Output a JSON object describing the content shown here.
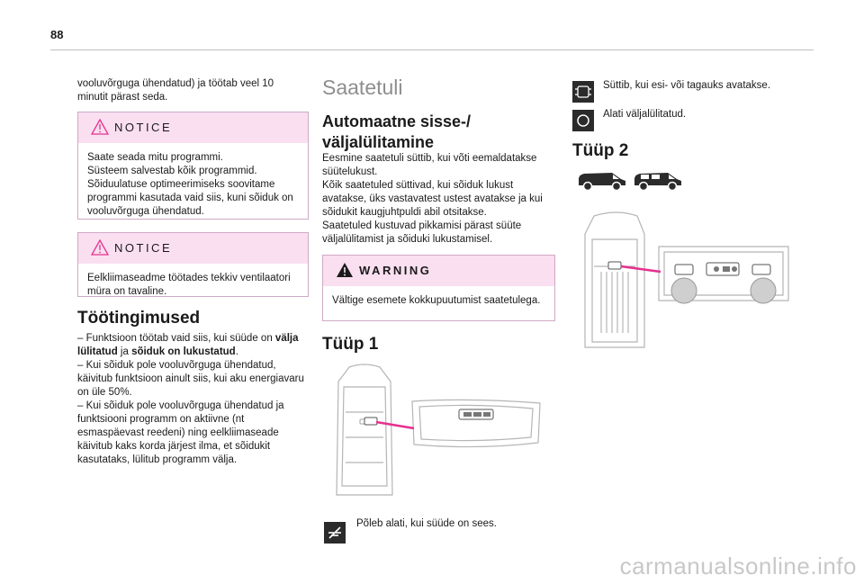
{
  "page": {
    "number": "88"
  },
  "left": {
    "intro": "vooluvõrguga ühendatud) ja töötab veel 10 minutit pärast seda.",
    "notice1": {
      "title": "NOTICE",
      "lines": [
        "Saate seada mitu programmi.",
        "Süsteem salvestab kõik programmid.",
        "Sõiduulatuse optimeerimiseks soovitame programmi kasutada vaid siis, kuni sõiduk on vooluvõrguga ühendatud."
      ]
    },
    "notice2": {
      "title": "NOTICE",
      "text": "Eelkliimaseadme töötades tekkiv ventilaatori müra on tavaline."
    },
    "conditions": {
      "heading": "Töötingimused",
      "item1_pre": "–  Funktsioon töötab vaid siis, kui süüde on ",
      "item1_b1": "välja lülitatud",
      "item1_mid": " ja ",
      "item1_b2": "sõiduk on lukustatud",
      "item1_end": ".",
      "item2": "–  Kui sõiduk pole vooluvõrguga ühendatud, käivitub funktsioon ainult siis, kui aku energiavaru on üle 50%.",
      "item3": "–  Kui sõiduk pole vooluvõrguga ühendatud ja funktsiooni programm on aktiivne (nt esmaspäevast reedeni) ning eelkliimaseade käivitub kaks korda järjest ilma, et sõidukit kasutataks, lülitub programm välja."
    }
  },
  "middle": {
    "section_title": "Saatetuli",
    "subheading": "Automaatne sisse-/ väljalülitamine",
    "para_lines": [
      "Eesmine saatetuli süttib, kui võti eemaldatakse süütelukust.",
      "Kõik saatetuled süttivad, kui sõiduk lukust avatakse, üks vastavatest ustest avatakse ja kui sõidukit kaugjuhtpuldi abil otsitakse.",
      "Saatetuled kustuvad pikkamisi pärast süüte väljalülitamist ja sõiduki lukustamisel."
    ],
    "warning": {
      "title": "WARNING",
      "text": "Vältige esemete kokkupuutumist saatetulega."
    },
    "type1_heading": "Tüüp 1",
    "icon_caption": "Põleb alati, kui süüde on sees."
  },
  "right": {
    "door_icon_caption": "Süttib, kui esi- või tagauks avatakse.",
    "off_icon_caption": "Alati väljalülitatud.",
    "type2_heading": "Tüüp 2"
  },
  "watermark": "carmanualsonline.info",
  "colors": {
    "accent_pink": "#e6318f",
    "box_header": "#f9dff0",
    "box_border": "#d0a9c7"
  }
}
